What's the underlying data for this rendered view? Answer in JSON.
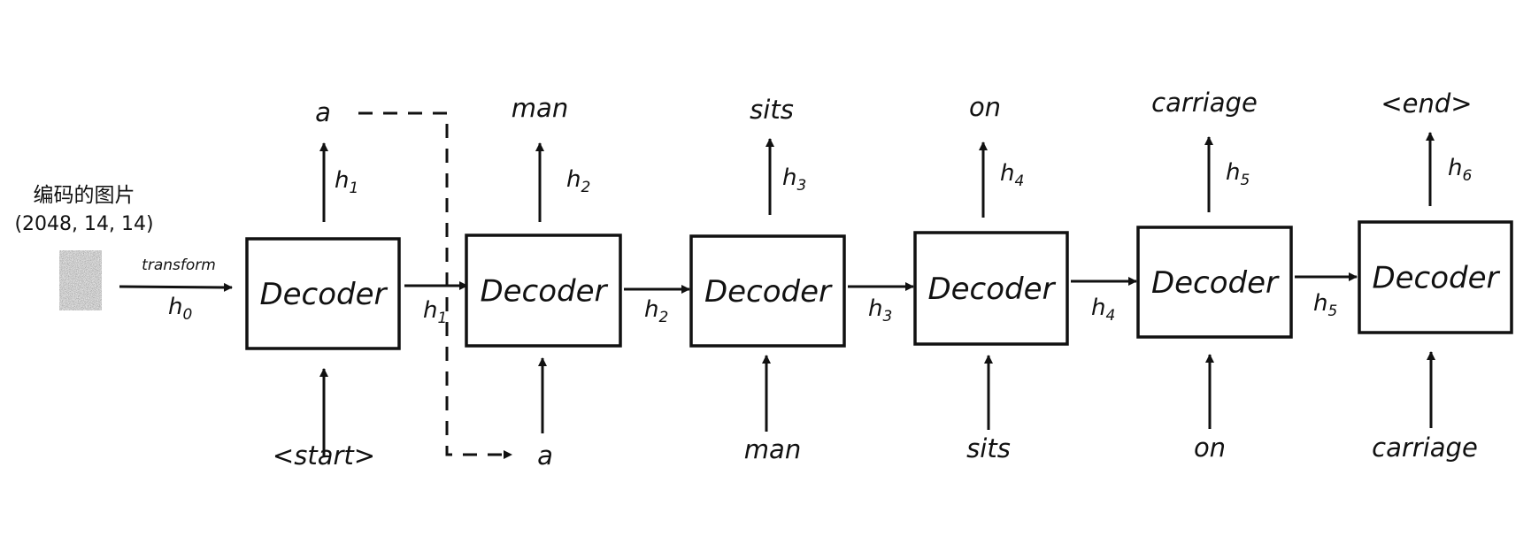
{
  "encoder": {
    "label": "编码的图片",
    "shape": "(2048, 14, 14)",
    "shape_color": "#c0312b",
    "transform_label": "transform",
    "h0": {
      "base": "h",
      "sub": "0"
    }
  },
  "steps": [
    {
      "box": "Decoder",
      "input": "<start>",
      "output": "a",
      "h_up": {
        "base": "h",
        "sub": "1"
      },
      "h_right": {
        "base": "h",
        "sub": "1"
      }
    },
    {
      "box": "Decoder",
      "input": "a",
      "output": "man",
      "h_up": {
        "base": "h",
        "sub": "2"
      },
      "h_right": {
        "base": "h",
        "sub": "2"
      }
    },
    {
      "box": "Decoder",
      "input": "man",
      "output": "sits",
      "h_up": {
        "base": "h",
        "sub": "3"
      },
      "h_right": {
        "base": "h",
        "sub": "3"
      }
    },
    {
      "box": "Decoder",
      "input": "sits",
      "output": "on",
      "h_up": {
        "base": "h",
        "sub": "4"
      },
      "h_right": {
        "base": "h",
        "sub": "4"
      }
    },
    {
      "box": "Decoder",
      "input": "on",
      "output": "carriage",
      "h_up": {
        "base": "h",
        "sub": "5"
      },
      "h_right": {
        "base": "h",
        "sub": "5"
      }
    },
    {
      "box": "Decoder",
      "input": "carriage",
      "output": "<end>",
      "h_up": {
        "base": "h",
        "sub": "6"
      }
    }
  ],
  "feedback": {
    "style": "dashed",
    "from_word": "a",
    "to_word": "a"
  }
}
